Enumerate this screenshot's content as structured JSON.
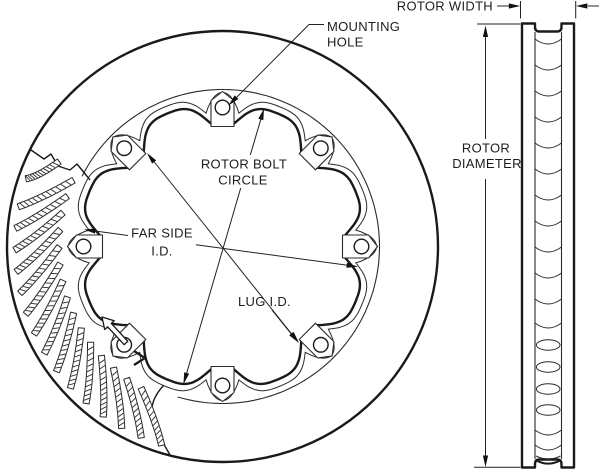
{
  "diagram": {
    "title": "brake rotor dimension diagram",
    "labels": {
      "mounting_hole": {
        "line1": "MOUNTING",
        "line2": "HOLE"
      },
      "rotor_bolt_circle": {
        "line1": "ROTOR BOLT",
        "line2": "CIRCLE"
      },
      "far_side_id": {
        "line1": "FAR SIDE",
        "line2": "I.D."
      },
      "lug_id": {
        "text": "LUG I.D."
      },
      "rotor_width": {
        "text": "ROTOR WIDTH"
      },
      "rotor_diameter": {
        "line1": "ROTOR",
        "line2": "DIAMETER"
      }
    },
    "colors": {
      "line": "#1a1a1a",
      "thin_line": "#2b2b2b",
      "background": "#ffffff"
    }
  }
}
